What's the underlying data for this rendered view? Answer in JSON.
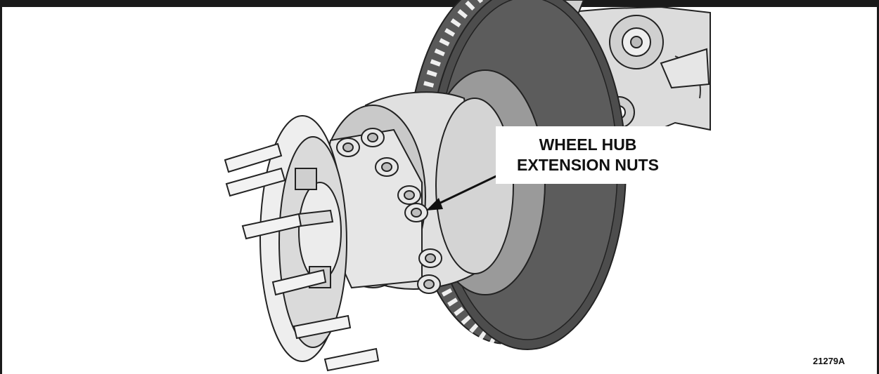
{
  "callout": {
    "line1": "WHEEL HUB",
    "line2": "EXTENSION NUTS"
  },
  "figure_id": "21279A",
  "palette": {
    "rotor_dark": "#5a5a5a",
    "metal_light": "#e4e4e4",
    "metal_mid": "#c8c8c8",
    "outline": "#222222"
  }
}
